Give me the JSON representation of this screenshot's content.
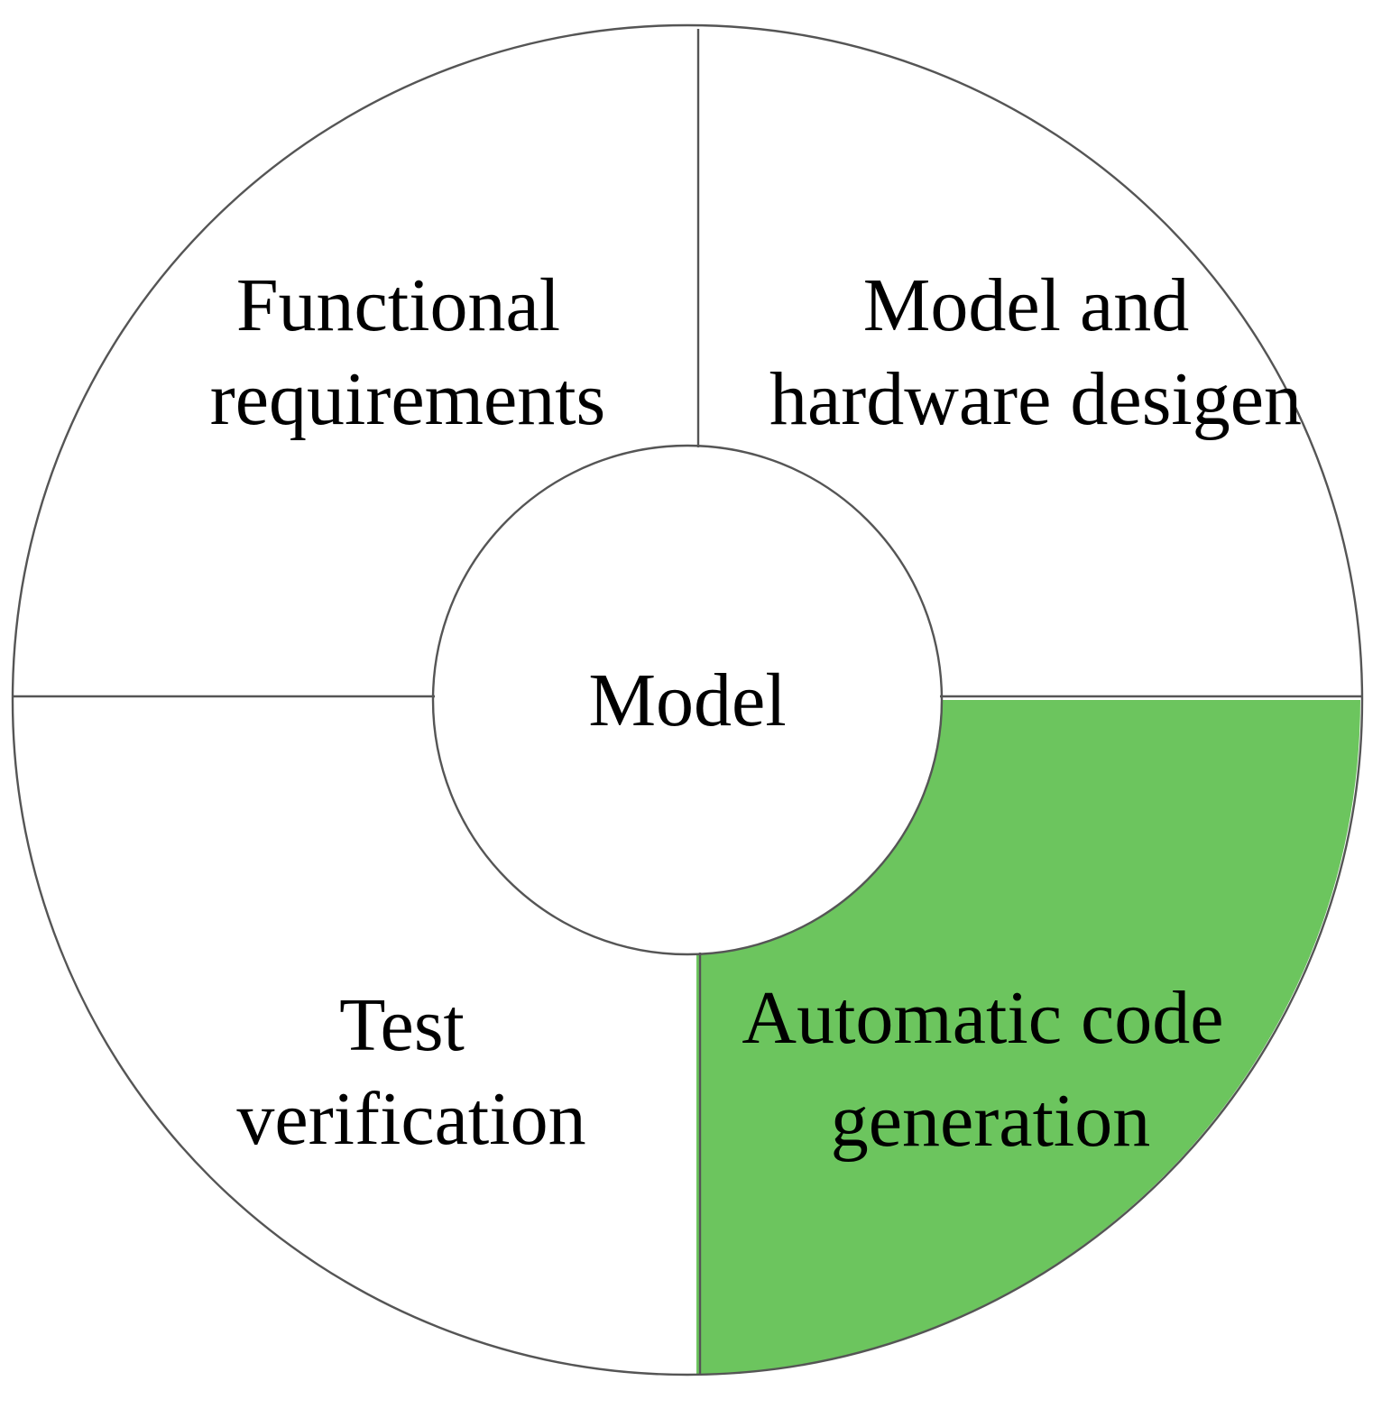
{
  "diagram": {
    "center": {
      "label": "Model"
    },
    "highlight_color": "#6cc55e",
    "quadrants": [
      {
        "id": "top-left",
        "lines": [
          "Functional",
          "requirements"
        ],
        "highlighted": false
      },
      {
        "id": "top-right",
        "lines": [
          "Model and",
          "hardware desigen"
        ],
        "highlighted": false
      },
      {
        "id": "bottom-left",
        "lines": [
          "Test",
          "verification"
        ],
        "highlighted": false
      },
      {
        "id": "bottom-right",
        "lines": [
          "Automatic code",
          "generation"
        ],
        "highlighted": true
      }
    ]
  }
}
